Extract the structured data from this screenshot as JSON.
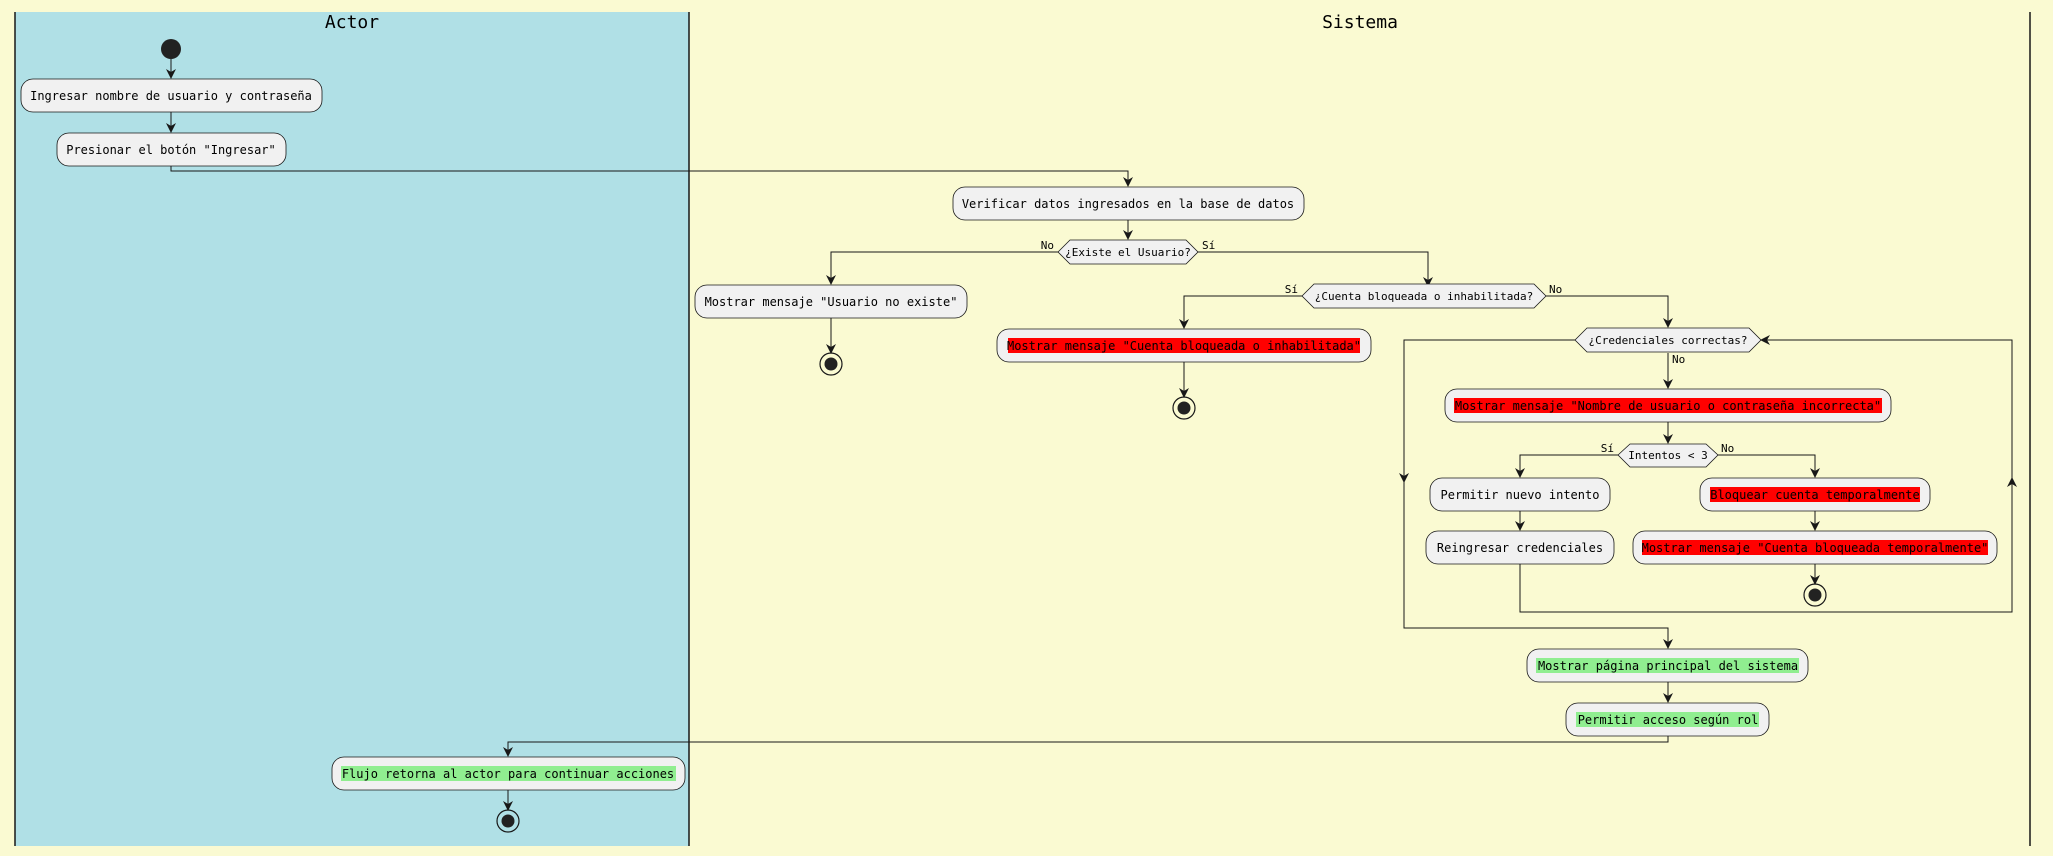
{
  "colors": {
    "background": "#fafad2",
    "actor_lane": "#b0e0e6",
    "node_fill": "#f1f1f1",
    "node_stroke": "#181818",
    "highlight_red": "#ff0000",
    "highlight_green": "#90ee90"
  },
  "swimlanes": {
    "actor": "Actor",
    "sistema": "Sistema"
  },
  "activities": {
    "a1": "Ingresar nombre de usuario y contraseña",
    "a2": "Presionar el botón \"Ingresar\"",
    "a3": "Verificar datos ingresados en la base de datos",
    "a4": "Mostrar mensaje \"Usuario no existe\"",
    "a5": "Mostrar mensaje \"Cuenta bloqueada o inhabilitada\"",
    "a6": "Mostrar mensaje \"Nombre de usuario o contraseña incorrecta\"",
    "a7": "Permitir nuevo intento",
    "a8": "Reingresar credenciales",
    "a9": "Bloquear cuenta temporalmente",
    "a10": "Mostrar mensaje \"Cuenta bloqueada temporalmente\"",
    "a11": "Mostrar página principal del sistema",
    "a12": "Permitir acceso según rol",
    "a13": "Flujo retorna al actor para continuar acciones"
  },
  "decisions": {
    "d1": "¿Existe el Usuario?",
    "d2": "¿Cuenta bloqueada o inhabilitada?",
    "d3": "¿Credenciales correctas?",
    "d4": "Intentos < 3"
  },
  "branch_labels": {
    "d1_no": "No",
    "d1_si": "Sí",
    "d2_si": "Sí",
    "d2_no": "No",
    "d3_no": "No",
    "d4_si": "Sí",
    "d4_no": "No"
  }
}
